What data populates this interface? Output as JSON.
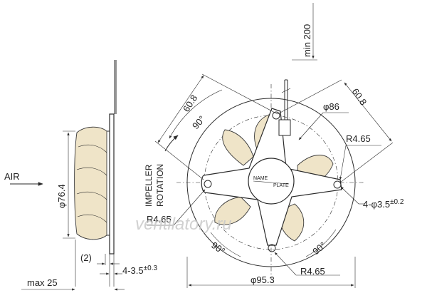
{
  "labels": {
    "air": "AIR",
    "impeller_rotation_line1": "IMPELLER",
    "impeller_rotation_line2": "ROTATION",
    "name": "NAME",
    "plate": "PLATE",
    "watermark": "ventilatory.ru"
  },
  "dimensions": {
    "min_lead": "min 200",
    "left_60_8": "60.8",
    "right_60_8": "60.8",
    "angle_top": "90°",
    "angle_bottom_left": "90°",
    "angle_bottom_right": "90°",
    "diameter_86": "φ86",
    "r_top_right": "R4.65",
    "r_left": "R4.65",
    "r_bottom": "R4.65",
    "holes_base": "4-φ3.5",
    "holes_tol": "±0.2",
    "diameter_76_4": "φ76.4",
    "dim_2": "(2)",
    "side_holes_base": "4-3.5",
    "side_holes_tol": "±0.3",
    "max_depth": "max 25",
    "diameter_95_3": "φ95.3"
  }
}
